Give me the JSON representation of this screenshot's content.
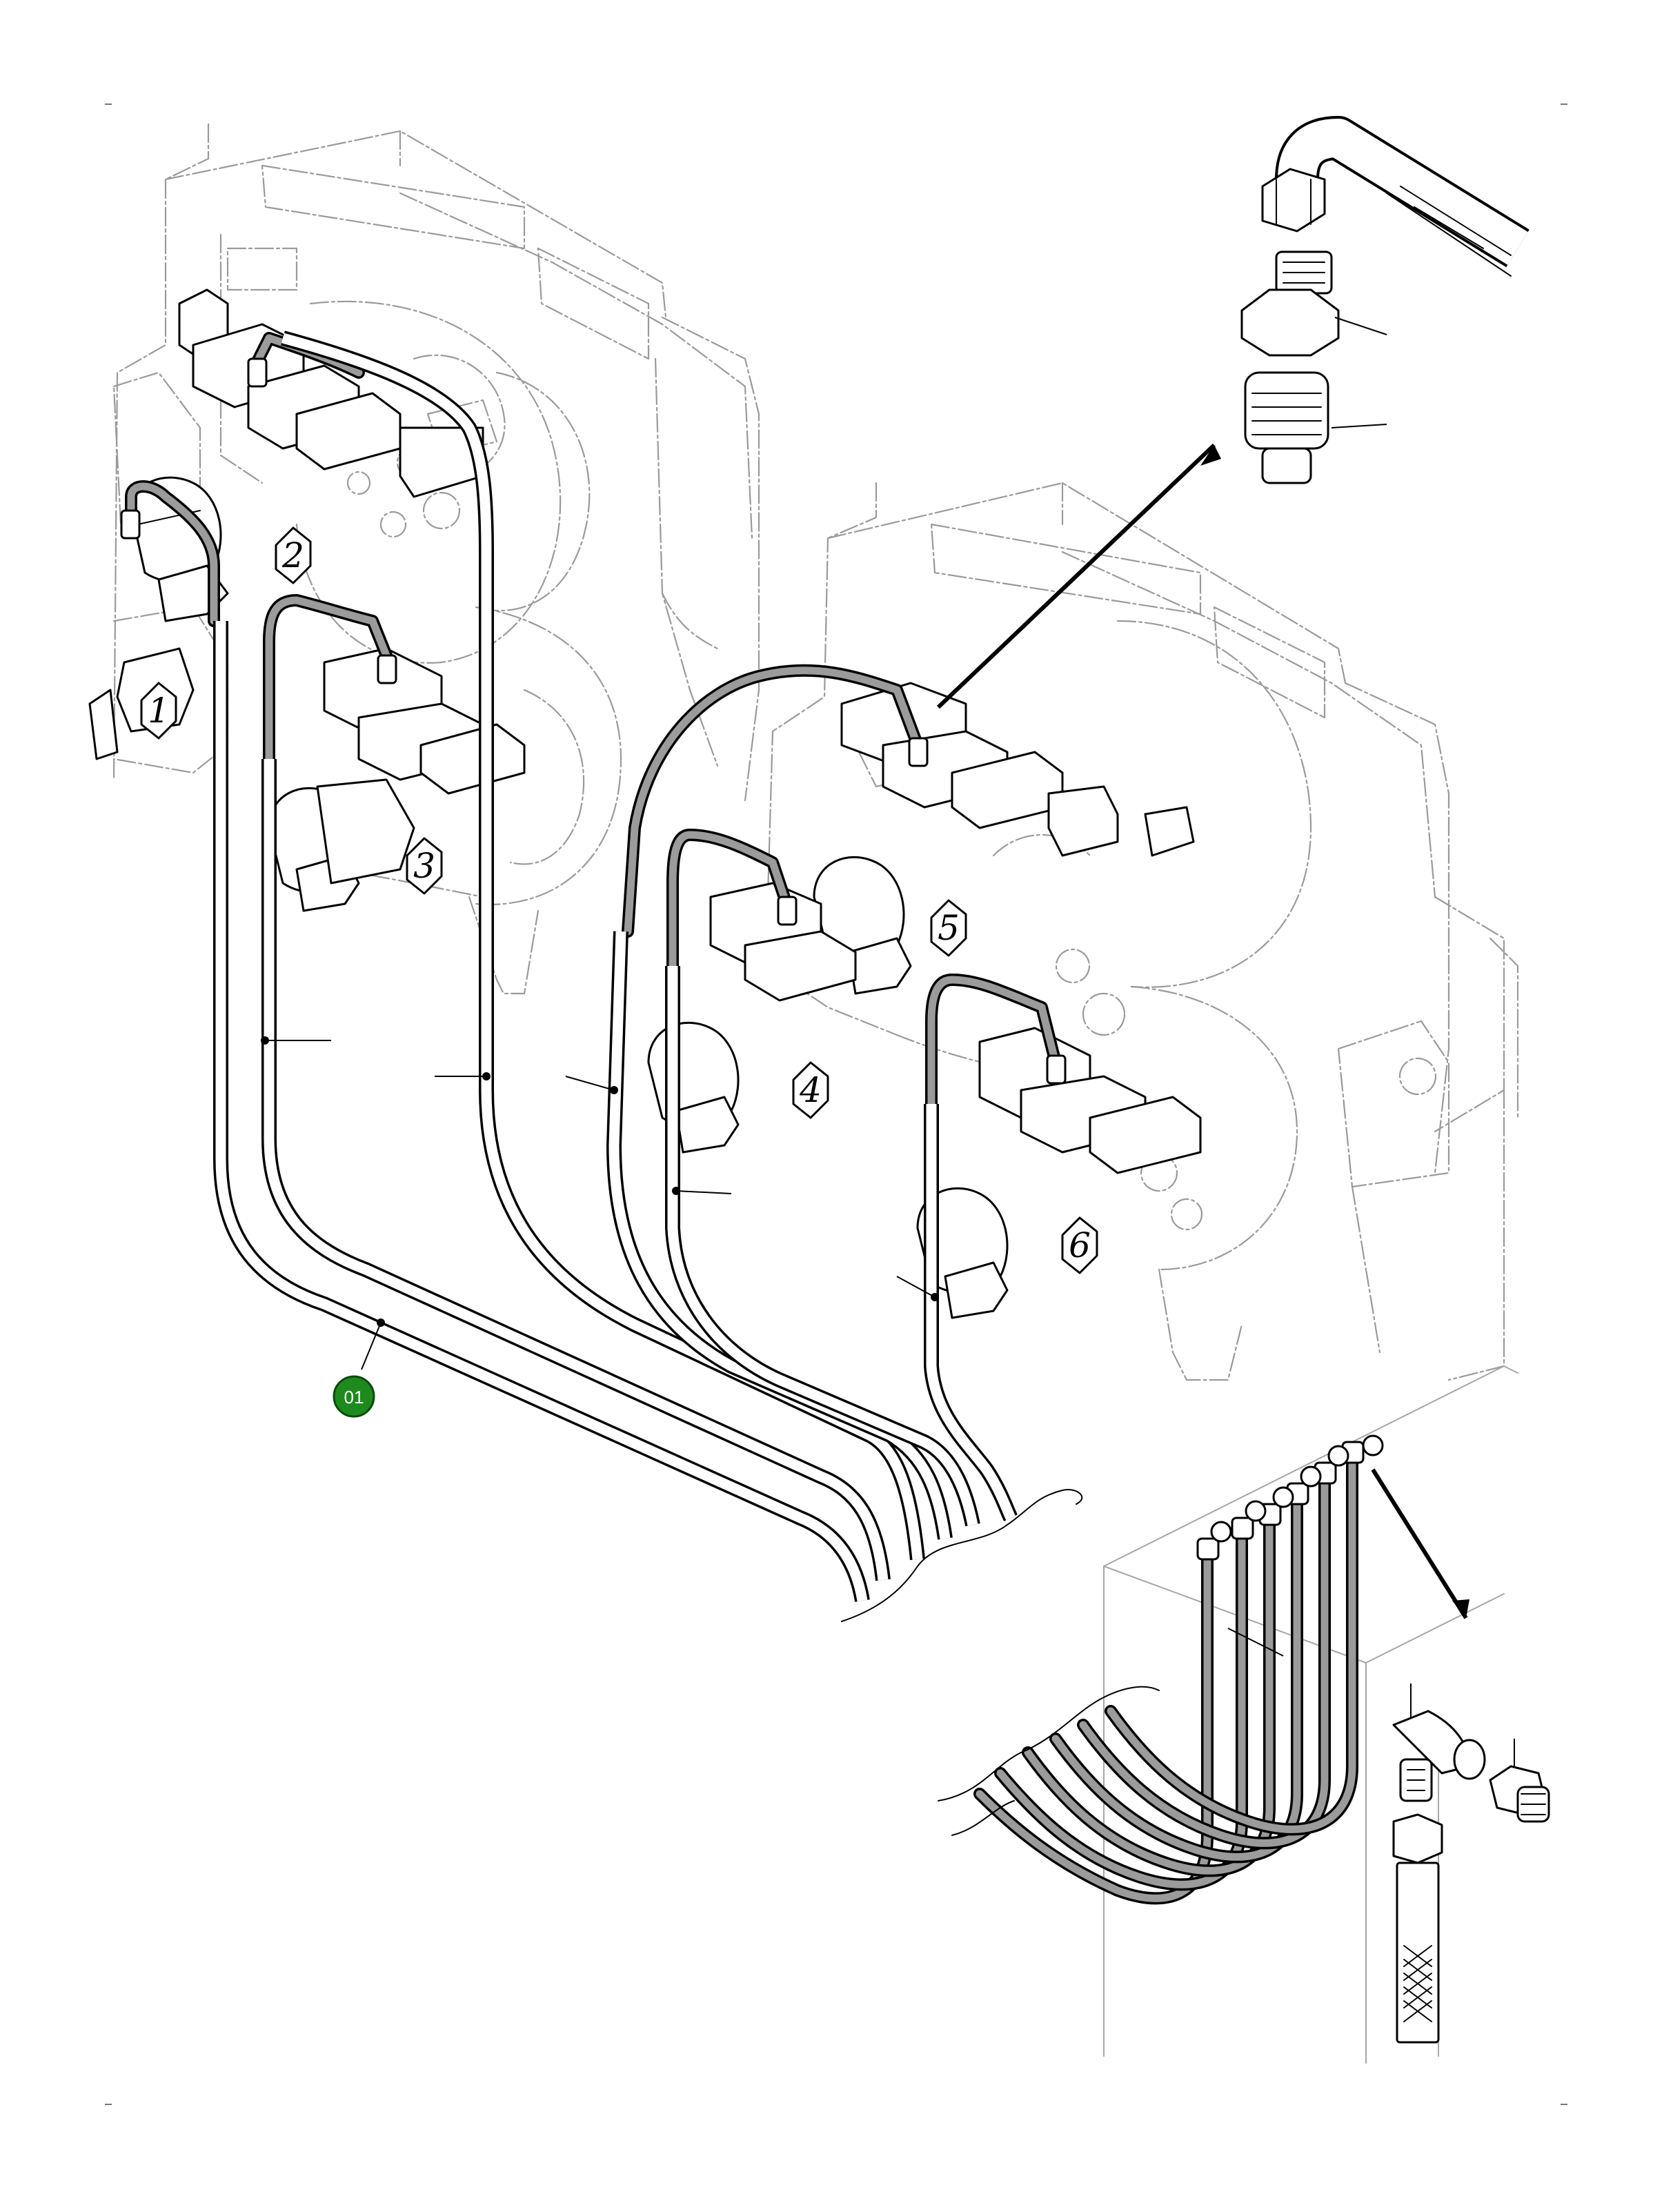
{
  "diagram": {
    "cylinder_numbers": [
      "1",
      "2",
      "3",
      "4",
      "5",
      "6"
    ],
    "callout": {
      "label": "01",
      "color": "#1e8a1e",
      "border": "#0a4a0a"
    }
  }
}
